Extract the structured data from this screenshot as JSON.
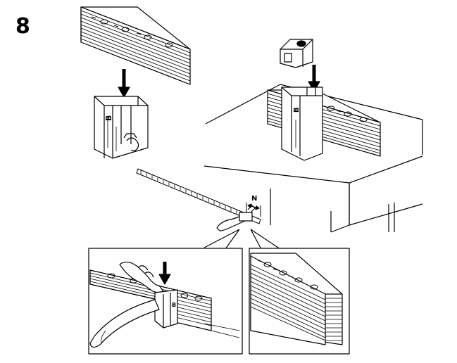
{
  "step": {
    "number": "8"
  },
  "labels": {
    "part_letter_main": "B",
    "part_letter_right": "B",
    "clip_letter": "B",
    "dimension": "N"
  },
  "colors": {
    "ink": "#000000",
    "paper": "#ffffff",
    "shade": "#d8d8d8"
  }
}
